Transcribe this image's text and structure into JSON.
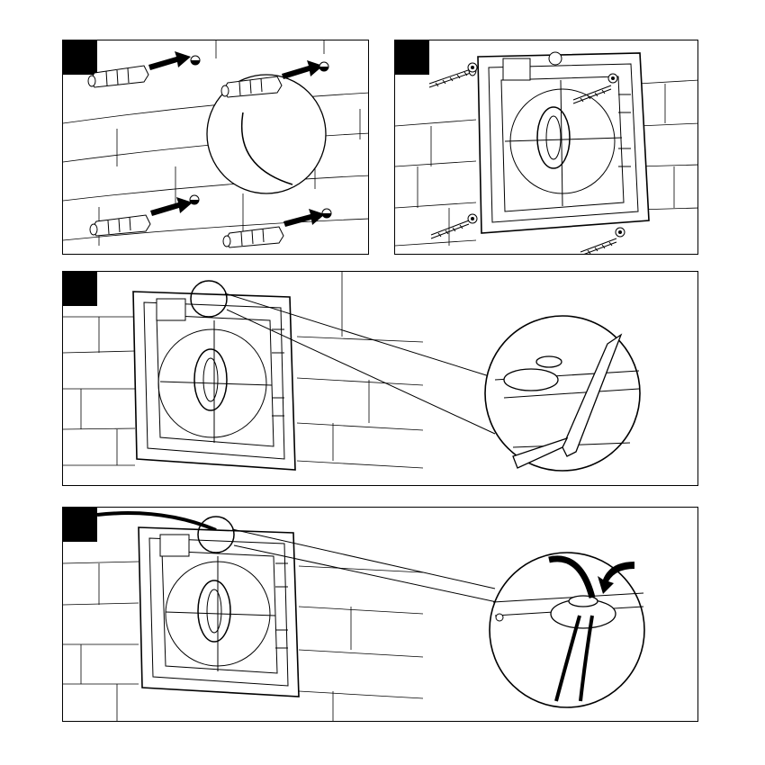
{
  "colors": {
    "ink": "#000000",
    "paper": "#ffffff",
    "tag": "#000000"
  },
  "steps": [
    {
      "id": 1,
      "label": "",
      "content": "wall-plugs-insertion"
    },
    {
      "id": 2,
      "label": "",
      "content": "screw-fan-housing-to-wall"
    },
    {
      "id": 3,
      "label": "",
      "content": "cut-cable-grommet"
    },
    {
      "id": 4,
      "label": "",
      "content": "feed-cable-through-grommet"
    }
  ]
}
